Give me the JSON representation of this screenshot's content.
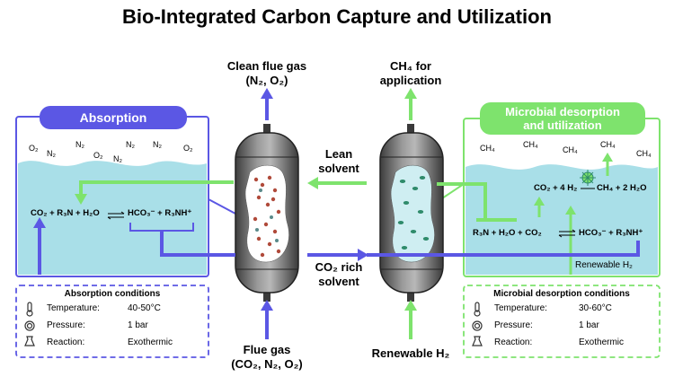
{
  "title": "Bio-Integrated Carbon Capture and Utilization",
  "colors": {
    "blue": "#5b57e4",
    "green": "#7ee36d",
    "water": "#a9dfe8",
    "dark": "#3a3a3a"
  },
  "top_left_output": {
    "line1": "Clean flue gas",
    "line2": "(N₂, O₂)"
  },
  "top_right_output": {
    "line1": "CH₄ for",
    "line2": "application"
  },
  "bottom_left_input": {
    "line1": "Flue gas",
    "line2": "(CO₂, N₂, O₂)"
  },
  "bottom_right_input": {
    "line1": "Renewable H₂"
  },
  "lean_solvent": {
    "line1": "Lean",
    "line2": "solvent"
  },
  "rich_solvent": {
    "line1": "CO₂ rich",
    "line2": "solvent"
  },
  "absorption": {
    "header": "Absorption",
    "gases": [
      "O₂",
      "N₂",
      "N₂",
      "O₂",
      "N₂",
      "N₂",
      "N₂",
      "O₂"
    ],
    "equation_left": "CO₂ + R₃N + H₂O",
    "equation_right": "HCO₃⁻ + R₃NH⁺"
  },
  "desorption": {
    "header_line1": "Microbial desorption",
    "header_line2": "and utilization",
    "gases": [
      "CH₄",
      "CH₄",
      "CH₄",
      "CH₄",
      "CH₄"
    ],
    "reaction_left": "CO₂ + 4 H₂",
    "reaction_right": "CH₄ + 2 H₂O",
    "equation_left": "R₃N + H₂O + CO₂",
    "equation_right": "HCO₃⁻ + R₃NH⁺",
    "renewable": "Renewable H₂"
  },
  "absorption_conditions": {
    "title": "Absorption conditions",
    "rows": [
      {
        "icon": "thermometer-icon",
        "label": "Temperature:",
        "value": "40-50°C"
      },
      {
        "icon": "pressure-gauge-icon",
        "label": "Pressure:",
        "value": "1 bar"
      },
      {
        "icon": "flask-icon",
        "label": "Reaction:",
        "value": "Exothermic"
      }
    ]
  },
  "desorption_conditions": {
    "title": "Microbial desorption conditions",
    "rows": [
      {
        "icon": "thermometer-icon",
        "label": "Temperature:",
        "value": "30-60°C"
      },
      {
        "icon": "pressure-gauge-icon",
        "label": "Pressure:",
        "value": "1 bar"
      },
      {
        "icon": "flask-icon",
        "label": "Reaction:",
        "value": "Exothermic"
      }
    ]
  }
}
